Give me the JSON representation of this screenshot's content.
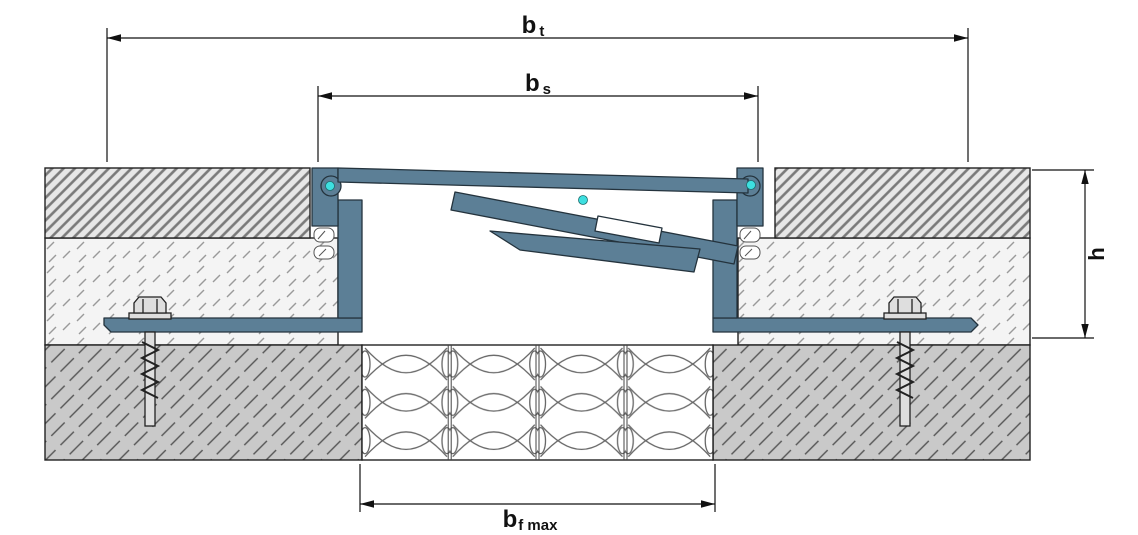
{
  "diagram": {
    "dimension_labels": {
      "bt": {
        "base": "b",
        "sub": "t"
      },
      "bs": {
        "base": "b",
        "sub": "s"
      },
      "bf": {
        "base": "b",
        "sub": "f max"
      },
      "h": {
        "base": "h"
      }
    },
    "colors": {
      "profile": "#5c7f96",
      "seal": "#3ddfe0",
      "outline": "#1e1e1e",
      "tile_layer_bg": "#e7e7e7",
      "bedding_layer_bg": "#f4f4f4",
      "concrete_bg": "#c9c9c9"
    }
  }
}
